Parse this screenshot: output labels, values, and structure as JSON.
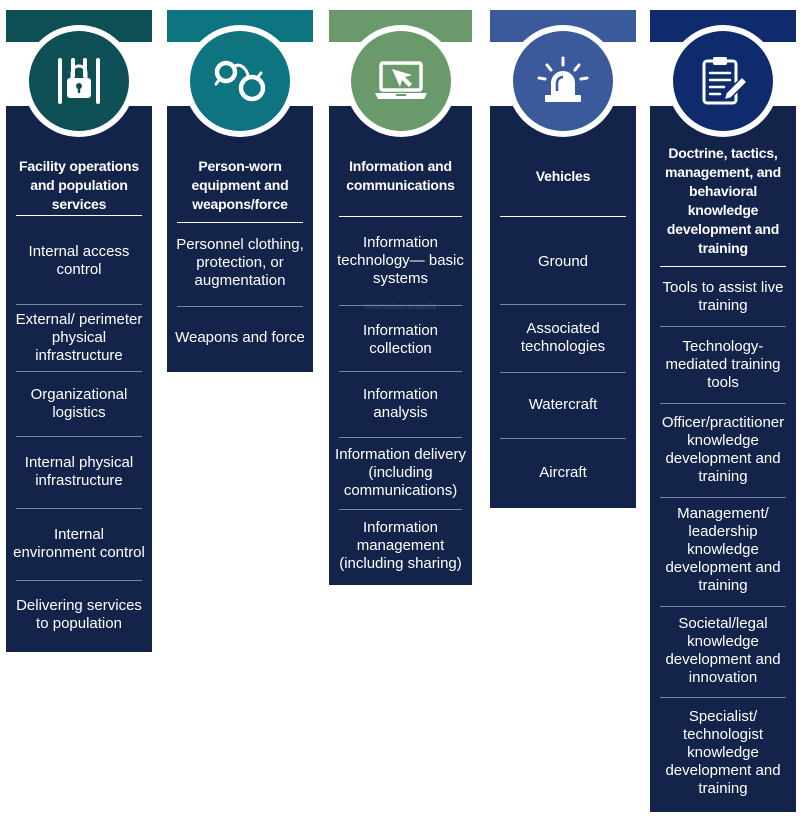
{
  "columns": [
    {
      "title": "Facility operations and population services",
      "icon": "prison-bars-lock-icon",
      "color": "#0e4f55",
      "items": [
        "Internal access control",
        "External/ perimeter physical infrastructure",
        "Organizational logistics",
        "Internal physical infrastructure",
        "Internal environment control",
        "Delivering services to population"
      ]
    },
    {
      "title": "Person-worn equipment and weapons/force",
      "icon": "handcuffs-icon",
      "color": "#0d7480",
      "items": [
        "Personnel clothing, protection, or augmentation",
        "Weapons and force"
      ]
    },
    {
      "title": "Information and communications",
      "icon": "laptop-cursor-icon",
      "color": "#6a9a6b",
      "items": [
        "Information technology— basic systems",
        "Information collection",
        "Information analysis",
        "Information delivery (including communications)",
        "Information management (including sharing)"
      ],
      "ghost_text": "Information analysis"
    },
    {
      "title": "Vehicles",
      "icon": "siren-light-icon",
      "color": "#3a5a9c",
      "items": [
        "Ground",
        "Associated technologies",
        "Watercraft",
        "Aircraft"
      ]
    },
    {
      "title": "Doctrine, tactics, management, and behavioral knowledge development and training",
      "icon": "clipboard-pen-icon",
      "color": "#0f2b6e",
      "items": [
        "Tools to assist live training",
        "Technology- mediated training tools",
        "Officer/practitioner knowledge development and training",
        "Management/ leadership knowledge development and training",
        "Societal/legal knowledge development and innovation",
        "Specialist/ technologist knowledge development and training"
      ]
    }
  ]
}
